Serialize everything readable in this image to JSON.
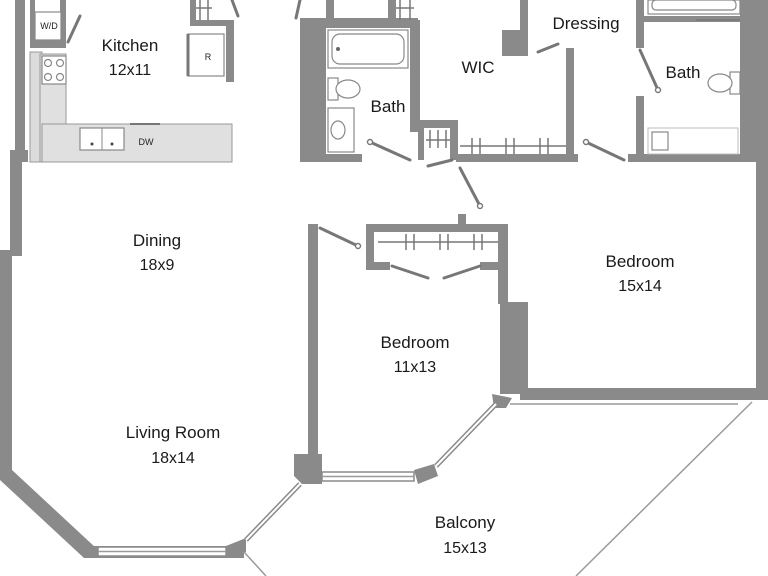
{
  "rooms": {
    "kitchen": {
      "name": "Kitchen",
      "dims": "12x11"
    },
    "dressing": {
      "name": "Dressing",
      "dims": ""
    },
    "wic": {
      "name": "WIC",
      "dims": ""
    },
    "bath_center": {
      "name": "Bath",
      "dims": ""
    },
    "bath_right": {
      "name": "Bath",
      "dims": ""
    },
    "dining": {
      "name": "Dining",
      "dims": "18x9"
    },
    "bedroom_small": {
      "name": "Bedroom",
      "dims": "11x13"
    },
    "bedroom_large": {
      "name": "Bedroom",
      "dims": "15x14"
    },
    "living_room": {
      "name": "Living Room",
      "dims": "18x14"
    },
    "balcony": {
      "name": "Balcony",
      "dims": "15x13"
    }
  },
  "fixtures": {
    "washer_dryer": "W/D",
    "refrigerator": "R",
    "dishwasher": "DW"
  },
  "colors": {
    "wall": "#8a8a8a",
    "fixture_fill": "#ffffff",
    "text": "#1a1a1a",
    "background": "#ffffff"
  }
}
